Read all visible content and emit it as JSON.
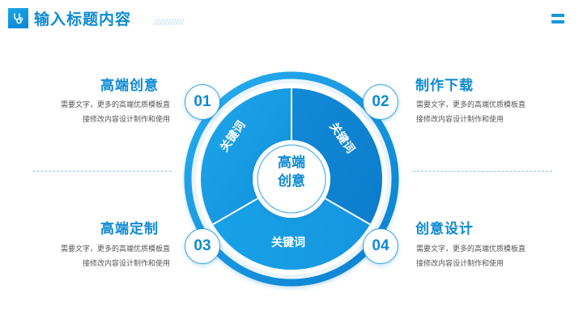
{
  "header": {
    "icon": "stethoscope-icon",
    "title": "输入标题内容",
    "decoration": "///////////",
    "menu_icon": "menu-icon"
  },
  "colors": {
    "primary": "#0c8ad4",
    "accent": "#1aa6e8",
    "dashed_line": "#8fc3ea",
    "text": "#555555"
  },
  "diagram": {
    "center": {
      "line1": "高端",
      "line2": "创意"
    },
    "segments": [
      {
        "label": "关键词"
      },
      {
        "label": "关键词"
      },
      {
        "label": "关键词"
      }
    ]
  },
  "items": [
    {
      "number": "01",
      "title": "高端创意",
      "desc_line1": "需要文字，更多的高端优质模板直",
      "desc_line2": "接修改内容设计制作和使用"
    },
    {
      "number": "02",
      "title": "制作下载",
      "desc_line1": "需要文字，更多的高端优质模板直",
      "desc_line2": "接修改内容设计制作和使用"
    },
    {
      "number": "03",
      "title": "高端定制",
      "desc_line1": "需要文字，更多的高端优质模板直",
      "desc_line2": "接修改内容设计制作和使用"
    },
    {
      "number": "04",
      "title": "创意设计",
      "desc_line1": "需要文字，更多的高端优质模板直",
      "desc_line2": "接修改内容设计制作和使用"
    }
  ]
}
